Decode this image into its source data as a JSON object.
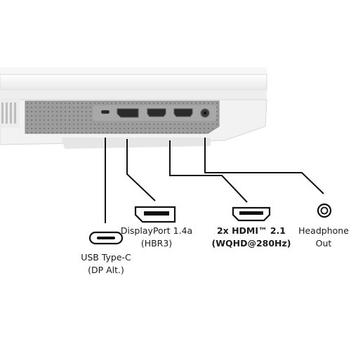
{
  "ports": [
    {
      "id": "usb-c",
      "icon": "usb-type-c-icon",
      "line1": "USB Type-C",
      "line2": "(DP Alt.)",
      "bold": false
    },
    {
      "id": "displayport",
      "icon": "displayport-icon",
      "line1": "DisplayPort 1.4a",
      "line2": "(HBR3)",
      "bold": false
    },
    {
      "id": "hdmi",
      "icon": "hdmi-icon",
      "line1": "2x HDMI™ 2.1",
      "line2": "(WQHD@280Hz)",
      "bold": true
    },
    {
      "id": "headphone",
      "icon": "headphone-jack-icon",
      "line1": "Headphone",
      "line2": "Out",
      "bold": false
    }
  ],
  "colors": {
    "background": "#ffffff",
    "monitor_body": "#f1f1f1",
    "port_panel": "#9d9d9d",
    "port_openings": "#2b2b2b",
    "leader_lines": "#111111",
    "label_text": "#1a1a1a"
  }
}
